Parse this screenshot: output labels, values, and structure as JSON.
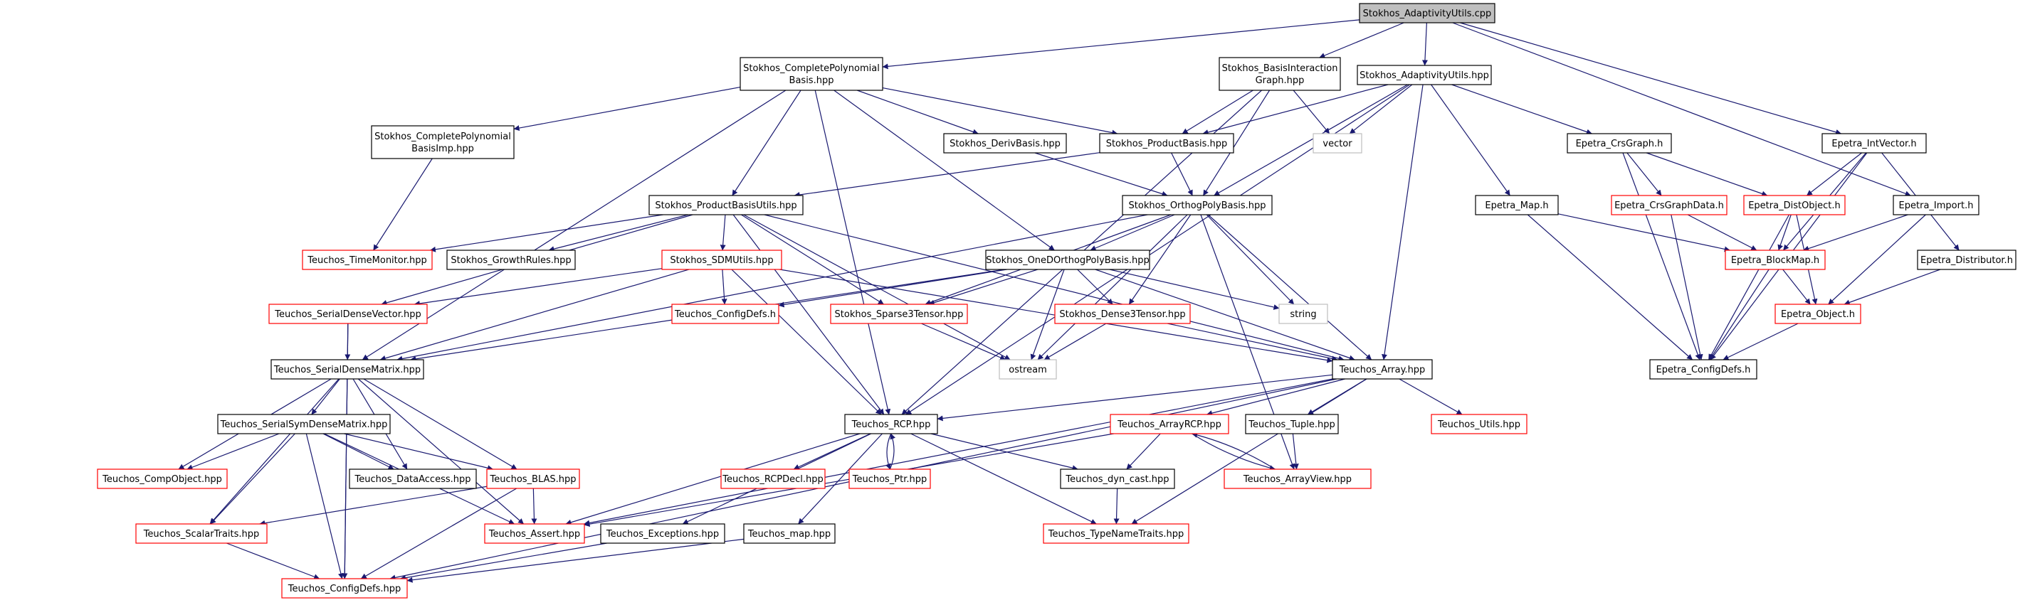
{
  "nodes": {
    "root": {
      "label": "Stokhos_AdaptivityUtils.cpp",
      "style": "root"
    },
    "cpb": {
      "label": "Stokhos_CompletePolynomial\nBasis.hpp",
      "style": "normal"
    },
    "big": {
      "label": "Stokhos_BasisInteraction\nGraph.hpp",
      "style": "normal"
    },
    "auh": {
      "label": "Stokhos_AdaptivityUtils.hpp",
      "style": "normal"
    },
    "cpbimp": {
      "label": "Stokhos_CompletePolynomial\nBasisImp.hpp",
      "style": "normal"
    },
    "deriv": {
      "label": "Stokhos_DerivBasis.hpp",
      "style": "normal"
    },
    "prod": {
      "label": "Stokhos_ProductBasis.hpp",
      "style": "normal"
    },
    "vector": {
      "label": "vector",
      "style": "external"
    },
    "crsgraph": {
      "label": "Epetra_CrsGraph.h",
      "style": "normal"
    },
    "intvec": {
      "label": "Epetra_IntVector.h",
      "style": "normal"
    },
    "pbu": {
      "label": "Stokhos_ProductBasisUtils.hpp",
      "style": "normal"
    },
    "orth": {
      "label": "Stokhos_OrthogPolyBasis.hpp",
      "style": "normal"
    },
    "map": {
      "label": "Epetra_Map.h",
      "style": "normal"
    },
    "crsgd": {
      "label": "Epetra_CrsGraphData.h",
      "style": "missing"
    },
    "distobj": {
      "label": "Epetra_DistObject.h",
      "style": "missing"
    },
    "import": {
      "label": "Epetra_Import.h",
      "style": "normal"
    },
    "timemon": {
      "label": "Teuchos_TimeMonitor.hpp",
      "style": "missing"
    },
    "growth": {
      "label": "Stokhos_GrowthRules.hpp",
      "style": "normal"
    },
    "sdm": {
      "label": "Stokhos_SDMUtils.hpp",
      "style": "missing"
    },
    "oned": {
      "label": "Stokhos_OneDOrthogPolyBasis.hpp",
      "style": "normal"
    },
    "blockmap": {
      "label": "Epetra_BlockMap.h",
      "style": "missing"
    },
    "distrib": {
      "label": "Epetra_Distributor.h",
      "style": "normal"
    },
    "sdv": {
      "label": "Teuchos_SerialDenseVector.hpp",
      "style": "missing"
    },
    "tcfg": {
      "label": "Teuchos_ConfigDefs.h",
      "style": "missing"
    },
    "sp3": {
      "label": "Stokhos_Sparse3Tensor.hpp",
      "style": "missing"
    },
    "dense3": {
      "label": "Stokhos_Dense3Tensor.hpp",
      "style": "missing"
    },
    "string": {
      "label": "string",
      "style": "external"
    },
    "eobj": {
      "label": "Epetra_Object.h",
      "style": "missing"
    },
    "sdmat": {
      "label": "Teuchos_SerialDenseMatrix.hpp",
      "style": "normal"
    },
    "ostream": {
      "label": "ostream",
      "style": "external"
    },
    "array": {
      "label": "Teuchos_Array.hpp",
      "style": "normal"
    },
    "ecfg": {
      "label": "Epetra_ConfigDefs.h",
      "style": "normal"
    },
    "ssdm": {
      "label": "Teuchos_SerialSymDenseMatrix.hpp",
      "style": "normal"
    },
    "rcp": {
      "label": "Teuchos_RCP.hpp",
      "style": "normal"
    },
    "arcp": {
      "label": "Teuchos_ArrayRCP.hpp",
      "style": "missing"
    },
    "tuple": {
      "label": "Teuchos_Tuple.hpp",
      "style": "normal"
    },
    "utils": {
      "label": "Teuchos_Utils.hpp",
      "style": "missing"
    },
    "compobj": {
      "label": "Teuchos_CompObject.hpp",
      "style": "missing"
    },
    "dataacc": {
      "label": "Teuchos_DataAccess.hpp",
      "style": "normal"
    },
    "blas": {
      "label": "Teuchos_BLAS.hpp",
      "style": "missing"
    },
    "rcpdecl": {
      "label": "Teuchos_RCPDecl.hpp",
      "style": "missing"
    },
    "ptr": {
      "label": "Teuchos_Ptr.hpp",
      "style": "missing"
    },
    "dyncast": {
      "label": "Teuchos_dyn_cast.hpp",
      "style": "normal"
    },
    "aview": {
      "label": "Teuchos_ArrayView.hpp",
      "style": "missing"
    },
    "scalar": {
      "label": "Teuchos_ScalarTraits.hpp",
      "style": "missing"
    },
    "assert": {
      "label": "Teuchos_Assert.hpp",
      "style": "missing"
    },
    "except": {
      "label": "Teuchos_Exceptions.hpp",
      "style": "normal"
    },
    "tmap": {
      "label": "Teuchos_map.hpp",
      "style": "normal"
    },
    "tname": {
      "label": "Teuchos_TypeNameTraits.hpp",
      "style": "missing"
    },
    "tcfghpp": {
      "label": "Teuchos_ConfigDefs.hpp",
      "style": "missing"
    }
  },
  "edges": [
    [
      "root",
      "cpb"
    ],
    [
      "root",
      "big"
    ],
    [
      "root",
      "auh"
    ],
    [
      "root",
      "intvec"
    ],
    [
      "root",
      "import"
    ],
    [
      "cpb",
      "cpbimp"
    ],
    [
      "cpb",
      "deriv"
    ],
    [
      "cpb",
      "prod"
    ],
    [
      "cpb",
      "pbu"
    ],
    [
      "cpb",
      "oned"
    ],
    [
      "cpb",
      "sdmat"
    ],
    [
      "cpb",
      "rcp"
    ],
    [
      "big",
      "prod"
    ],
    [
      "big",
      "vector"
    ],
    [
      "big",
      "orth"
    ],
    [
      "big",
      "rcp"
    ],
    [
      "auh",
      "prod"
    ],
    [
      "auh",
      "vector"
    ],
    [
      "auh",
      "orth"
    ],
    [
      "auh",
      "crsgraph"
    ],
    [
      "auh",
      "map"
    ],
    [
      "auh",
      "array"
    ],
    [
      "auh",
      "rcp"
    ],
    [
      "cpbimp",
      "timemon"
    ],
    [
      "deriv",
      "orth"
    ],
    [
      "prod",
      "orth"
    ],
    [
      "prod",
      "pbu"
    ],
    [
      "pbu",
      "timemon"
    ],
    [
      "pbu",
      "growth"
    ],
    [
      "pbu",
      "sdm"
    ],
    [
      "pbu",
      "sdv"
    ],
    [
      "pbu",
      "sp3"
    ],
    [
      "pbu",
      "array"
    ],
    [
      "pbu",
      "rcp"
    ],
    [
      "pbu",
      "ostream"
    ],
    [
      "orth",
      "oned"
    ],
    [
      "orth",
      "sp3"
    ],
    [
      "orth",
      "dense3"
    ],
    [
      "orth",
      "string"
    ],
    [
      "orth",
      "array"
    ],
    [
      "orth",
      "sdmat"
    ],
    [
      "orth",
      "ostream"
    ],
    [
      "orth",
      "aview"
    ],
    [
      "crsgraph",
      "crsgd"
    ],
    [
      "crsgraph",
      "distobj"
    ],
    [
      "crsgraph",
      "ecfg"
    ],
    [
      "intvec",
      "distobj"
    ],
    [
      "intvec",
      "blockmap"
    ],
    [
      "intvec",
      "distrib"
    ],
    [
      "intvec",
      "ecfg"
    ],
    [
      "map",
      "blockmap"
    ],
    [
      "map",
      "ecfg"
    ],
    [
      "crsgd",
      "blockmap"
    ],
    [
      "crsgd",
      "ecfg"
    ],
    [
      "distobj",
      "blockmap"
    ],
    [
      "distobj",
      "eobj"
    ],
    [
      "distobj",
      "ecfg"
    ],
    [
      "import",
      "blockmap"
    ],
    [
      "import",
      "eobj"
    ],
    [
      "distrib",
      "eobj"
    ],
    [
      "blockmap",
      "eobj"
    ],
    [
      "blockmap",
      "ecfg"
    ],
    [
      "eobj",
      "ecfg"
    ],
    [
      "sdm",
      "sdv"
    ],
    [
      "sdm",
      "sdmat"
    ],
    [
      "sdm",
      "tcfg"
    ],
    [
      "sdm",
      "rcp"
    ],
    [
      "sdm",
      "array"
    ],
    [
      "oned",
      "sdmat"
    ],
    [
      "oned",
      "tcfg"
    ],
    [
      "oned",
      "sp3"
    ],
    [
      "oned",
      "dense3"
    ],
    [
      "oned",
      "string"
    ],
    [
      "oned",
      "ostream"
    ],
    [
      "oned",
      "array"
    ],
    [
      "sdv",
      "sdmat"
    ],
    [
      "sdv",
      "tcfghpp"
    ],
    [
      "sp3",
      "ostream"
    ],
    [
      "dense3",
      "ostream"
    ],
    [
      "dense3",
      "array"
    ],
    [
      "sdmat",
      "ssdm"
    ],
    [
      "sdmat",
      "compobj"
    ],
    [
      "sdmat",
      "dataacc"
    ],
    [
      "sdmat",
      "blas"
    ],
    [
      "sdmat",
      "scalar"
    ],
    [
      "sdmat",
      "assert"
    ],
    [
      "sdmat",
      "tcfghpp"
    ],
    [
      "array",
      "rcp"
    ],
    [
      "array",
      "arcp"
    ],
    [
      "array",
      "tuple"
    ],
    [
      "array",
      "utils"
    ],
    [
      "array",
      "assert"
    ],
    [
      "array",
      "tname"
    ],
    [
      "array",
      "tcfghpp"
    ],
    [
      "ssdm",
      "compobj"
    ],
    [
      "ssdm",
      "dataacc"
    ],
    [
      "ssdm",
      "blas"
    ],
    [
      "ssdm",
      "scalar"
    ],
    [
      "ssdm",
      "assert"
    ],
    [
      "ssdm",
      "tcfghpp"
    ],
    [
      "rcp",
      "rcpdecl"
    ],
    [
      "rcp",
      "ptr"
    ],
    [
      "rcp",
      "dyncast"
    ],
    [
      "rcp",
      "except"
    ],
    [
      "rcp",
      "tmap"
    ],
    [
      "rcp",
      "tname"
    ],
    [
      "rcp",
      "assert"
    ],
    [
      "ptr",
      "rcp"
    ],
    [
      "arcp",
      "dyncast"
    ],
    [
      "arcp",
      "aview"
    ],
    [
      "arcp",
      "assert"
    ],
    [
      "aview",
      "arcp"
    ],
    [
      "tuple",
      "aview"
    ],
    [
      "blas",
      "scalar"
    ],
    [
      "blas",
      "assert"
    ],
    [
      "blas",
      "tcfghpp"
    ],
    [
      "dyncast",
      "tname"
    ],
    [
      "scalar",
      "tcfghpp"
    ],
    [
      "except",
      "tcfghpp"
    ],
    [
      "tmap",
      "tcfghpp"
    ]
  ]
}
